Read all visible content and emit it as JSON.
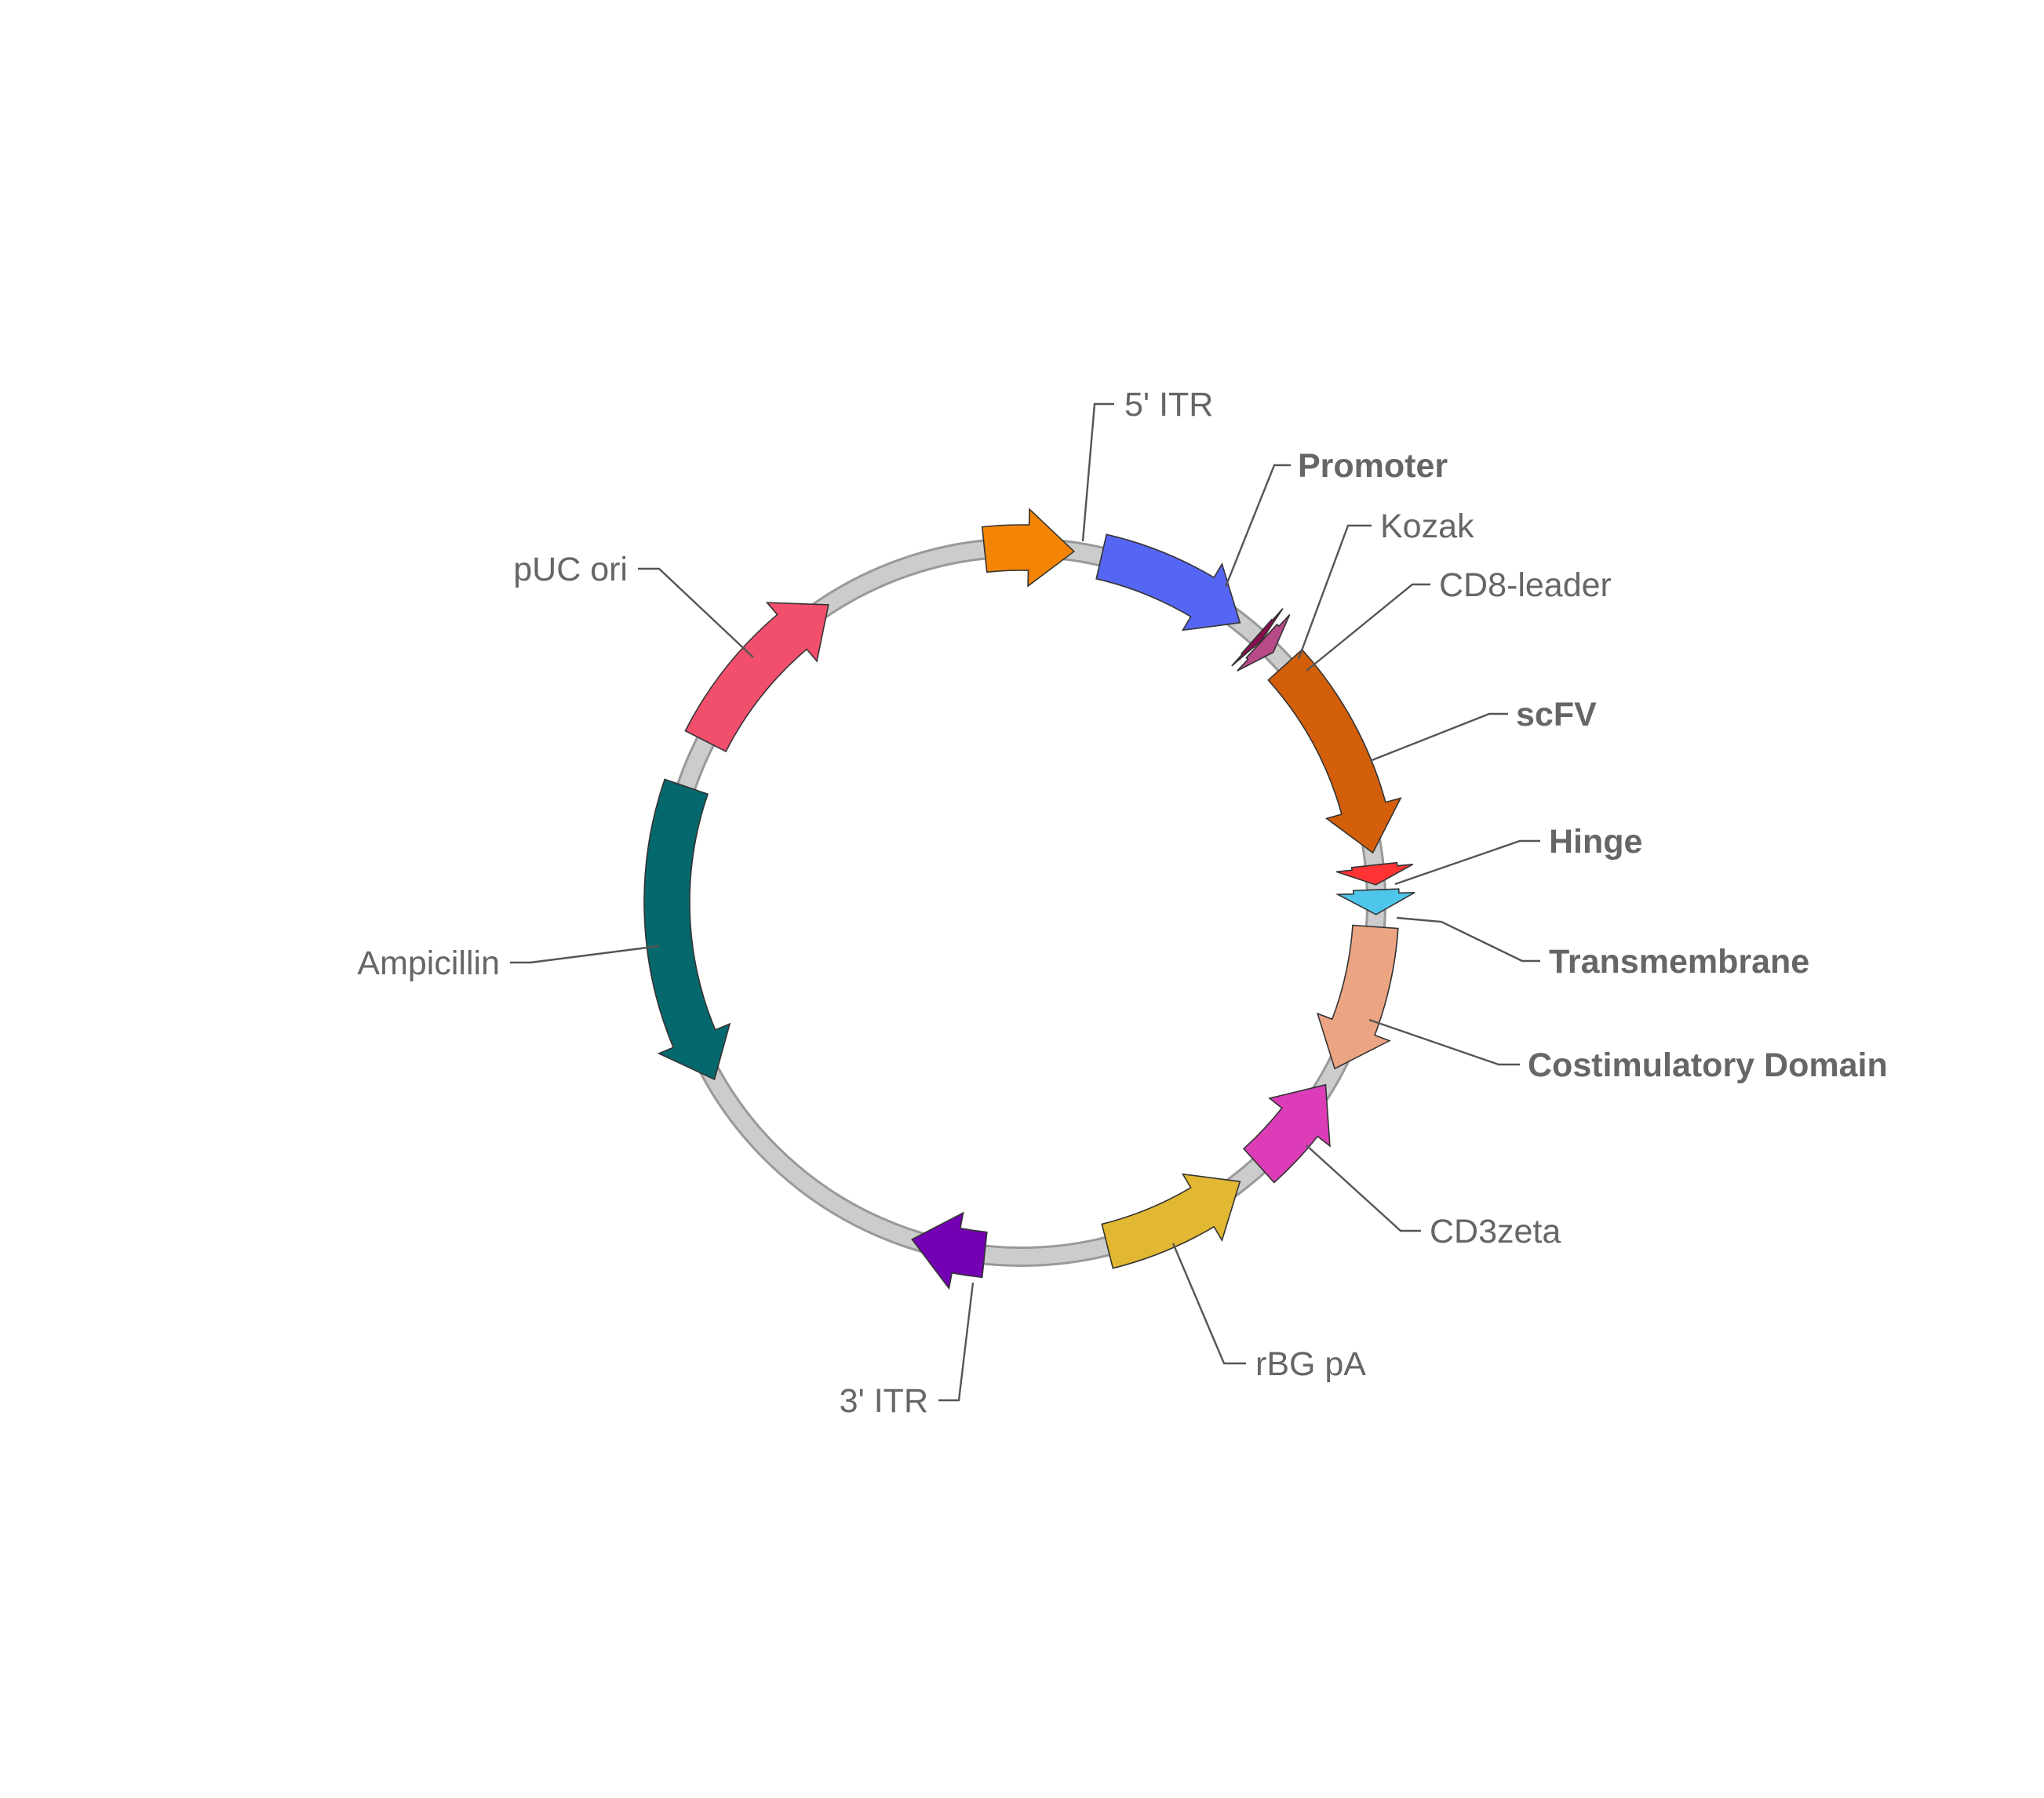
{
  "backbone": {
    "color": "#cccccc",
    "outline": "#999999"
  },
  "features": [
    {
      "id": "itr5",
      "label": "5' ITR",
      "bold": false,
      "start_deg": -6,
      "end_deg": 8.5,
      "direction": "cw",
      "color": "#f48404"
    },
    {
      "id": "promoter",
      "label": "Promoter",
      "bold": true,
      "start_deg": 13,
      "end_deg": 38,
      "direction": "cw",
      "color": "#5666f4"
    },
    {
      "id": "kozak",
      "label": "Kozak",
      "bold": false,
      "start_deg": 41.5,
      "end_deg": 42.5,
      "direction": "cw",
      "color": "#880e4f"
    },
    {
      "id": "cd8leader",
      "label": "CD8-leader",
      "bold": false,
      "start_deg": 42.6,
      "end_deg": 45.2,
      "direction": "cw",
      "color": "#b84a87"
    },
    {
      "id": "scfv",
      "label": "scFV",
      "bold": true,
      "start_deg": 48,
      "end_deg": 82,
      "direction": "cw",
      "color": "#d35f0b"
    },
    {
      "id": "hinge",
      "label": "Hinge",
      "bold": true,
      "start_deg": 84,
      "end_deg": 87.2,
      "direction": "cw",
      "color": "#ff3333"
    },
    {
      "id": "tm",
      "label": "Transmembrane",
      "bold": true,
      "start_deg": 88,
      "end_deg": 92,
      "direction": "cw",
      "color": "#4ec5eb"
    },
    {
      "id": "costim",
      "label": "Costimulatory Domain",
      "bold": true,
      "start_deg": 94,
      "end_deg": 118,
      "direction": "cw",
      "color": "#eca582"
    },
    {
      "id": "cd3zeta",
      "label": "CD3zeta",
      "bold": false,
      "start_deg": 121,
      "end_deg": 138,
      "direction": "ccw",
      "color": "#dc3cb8"
    },
    {
      "id": "rbgpa",
      "label": "rBG pA",
      "bold": false,
      "start_deg": 142,
      "end_deg": 166,
      "direction": "ccw",
      "color": "#e2b732"
    },
    {
      "id": "itr3",
      "label": "3' ITR",
      "bold": false,
      "start_deg": 186,
      "end_deg": 198,
      "direction": "cw",
      "color": "#7300b3"
    },
    {
      "id": "amp",
      "label": "Ampicillin",
      "bold": false,
      "start_deg": 240,
      "end_deg": 289,
      "direction": "ccw",
      "color": "#05686c"
    },
    {
      "id": "puc",
      "label": "pUC ori",
      "bold": false,
      "start_deg": 297,
      "end_deg": 327,
      "direction": "cw",
      "color": "#f24f6d"
    }
  ]
}
